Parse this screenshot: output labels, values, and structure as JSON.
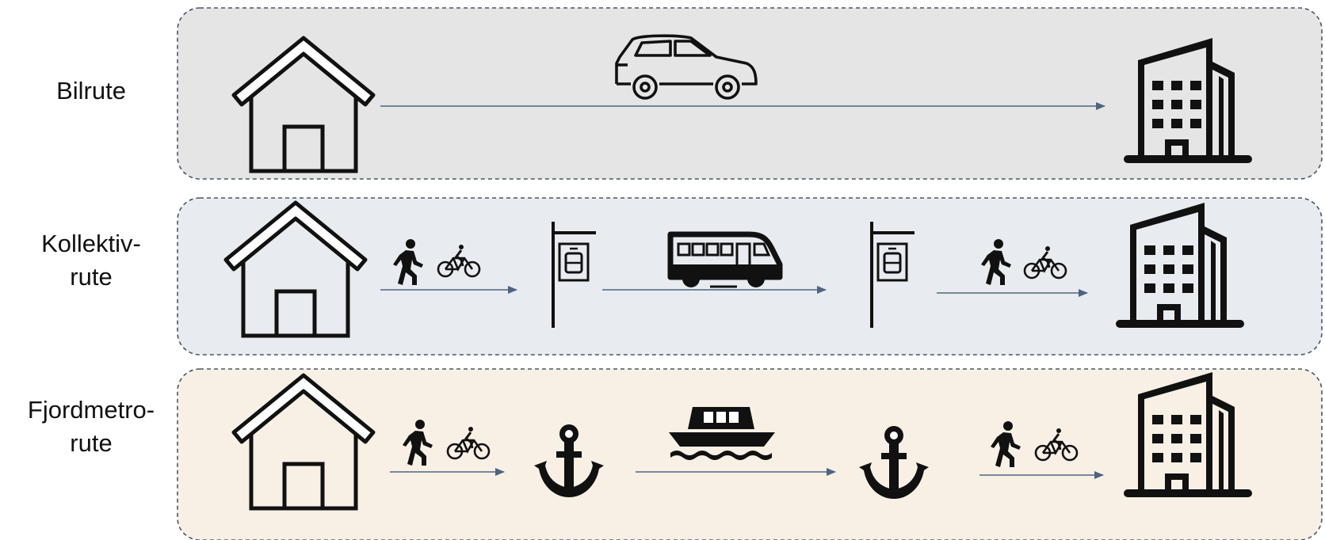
{
  "rows": [
    {
      "label": "Bilrute",
      "bg": "#e5e5e5"
    },
    {
      "label": "Kollektiv-\nrute",
      "bg": "#e8ebef"
    },
    {
      "label": "Fjordmetro-\nrute",
      "bg": "#f8f0e5"
    }
  ],
  "icons": {
    "origin": "house-icon",
    "destination": "office-building-icon",
    "car": "car-icon",
    "bus": "bus-icon",
    "bus_stop": "bus-stop-sign-icon",
    "walk": "walking-person-icon",
    "bike": "bicycle-icon",
    "ferry": "ferry-boat-icon",
    "anchor": "anchor-icon"
  },
  "colors": {
    "arrow": "#4d6480",
    "border": "#4a5566",
    "icon": "#111111"
  }
}
